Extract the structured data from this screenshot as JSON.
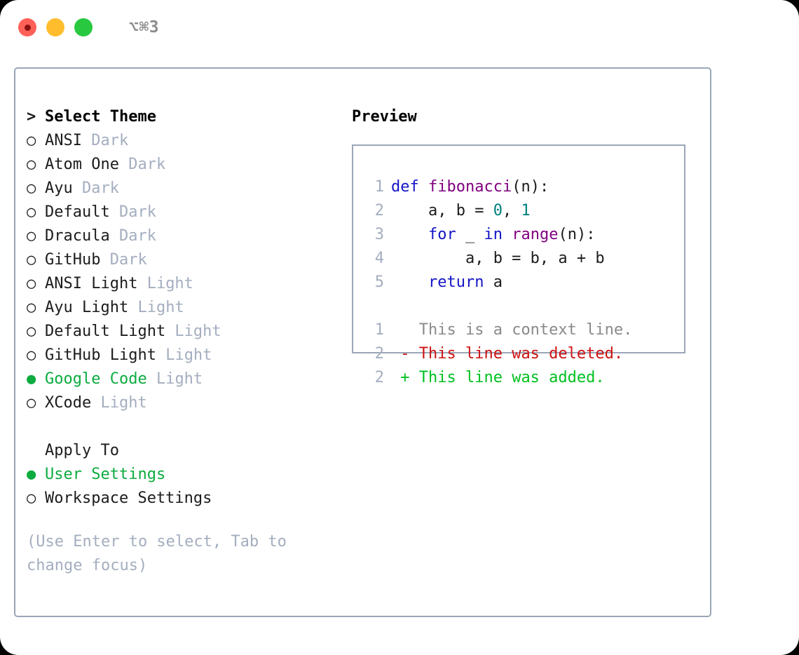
{
  "window": {
    "shortcut_label": "⌥⌘3",
    "traffic_lights": [
      {
        "name": "close",
        "color": "#ff6159"
      },
      {
        "name": "minimize",
        "color": "#ffbd2e"
      },
      {
        "name": "zoom",
        "color": "#28c840"
      }
    ]
  },
  "colors": {
    "selected_green": "#0cab3f",
    "dim_gray": "#a4aebf",
    "border": "#9aa6b8",
    "keyword_blue": "#1515c7",
    "function_purple": "#800080",
    "number_teal": "#008080",
    "diff_delete_red": "#cc1212",
    "diff_add_green": "#00c020",
    "context_gray": "#8a8a8a"
  },
  "theme_picker": {
    "header_marker": ">",
    "header": "Select Theme",
    "marker_selected": "●",
    "marker_unselected": "○",
    "items": [
      {
        "name": "ANSI",
        "category": "Dark",
        "selected": false
      },
      {
        "name": "Atom One",
        "category": "Dark",
        "selected": false
      },
      {
        "name": "Ayu",
        "category": "Dark",
        "selected": false
      },
      {
        "name": "Default",
        "category": "Dark",
        "selected": false
      },
      {
        "name": "Dracula",
        "category": "Dark",
        "selected": false
      },
      {
        "name": "GitHub",
        "category": "Dark",
        "selected": false
      },
      {
        "name": "ANSI Light",
        "category": "Light",
        "selected": false
      },
      {
        "name": "Ayu Light",
        "category": "Light",
        "selected": false
      },
      {
        "name": "Default Light",
        "category": "Light",
        "selected": false
      },
      {
        "name": "GitHub Light",
        "category": "Light",
        "selected": false
      },
      {
        "name": "Google Code",
        "category": "Light",
        "selected": true
      },
      {
        "name": "XCode",
        "category": "Light",
        "selected": false
      }
    ]
  },
  "apply_to": {
    "header": "Apply To",
    "items": [
      {
        "name": "User Settings",
        "selected": true
      },
      {
        "name": "Workspace Settings",
        "selected": false
      }
    ]
  },
  "hint": "(Use Enter to select, Tab to change focus)",
  "preview": {
    "title": "Preview",
    "code_lines": [
      {
        "number": "1",
        "tokens": [
          {
            "text": "def ",
            "kind": "keyword"
          },
          {
            "text": "fibonacci",
            "kind": "function"
          },
          {
            "text": "(n):",
            "kind": "plain"
          }
        ]
      },
      {
        "number": "2",
        "tokens": [
          {
            "text": "    a, b = ",
            "kind": "plain"
          },
          {
            "text": "0",
            "kind": "number"
          },
          {
            "text": ", ",
            "kind": "plain"
          },
          {
            "text": "1",
            "kind": "number"
          }
        ]
      },
      {
        "number": "3",
        "tokens": [
          {
            "text": "    ",
            "kind": "plain"
          },
          {
            "text": "for",
            "kind": "keyword"
          },
          {
            "text": " _ ",
            "kind": "plain"
          },
          {
            "text": "in",
            "kind": "keyword"
          },
          {
            "text": " ",
            "kind": "plain"
          },
          {
            "text": "range",
            "kind": "function"
          },
          {
            "text": "(n):",
            "kind": "plain"
          }
        ]
      },
      {
        "number": "4",
        "tokens": [
          {
            "text": "        a, b = b, a + b",
            "kind": "plain"
          }
        ]
      },
      {
        "number": "5",
        "tokens": [
          {
            "text": "    ",
            "kind": "plain"
          },
          {
            "text": "return",
            "kind": "keyword"
          },
          {
            "text": " a",
            "kind": "plain"
          }
        ]
      }
    ],
    "diff_lines": [
      {
        "number": "1",
        "sign": " ",
        "text": " This is a context line.",
        "kind": "context"
      },
      {
        "number": "2",
        "sign": "-",
        "text": " This line was deleted.",
        "kind": "delete"
      },
      {
        "number": "2",
        "sign": "+",
        "text": " This line was added.",
        "kind": "add"
      }
    ]
  }
}
